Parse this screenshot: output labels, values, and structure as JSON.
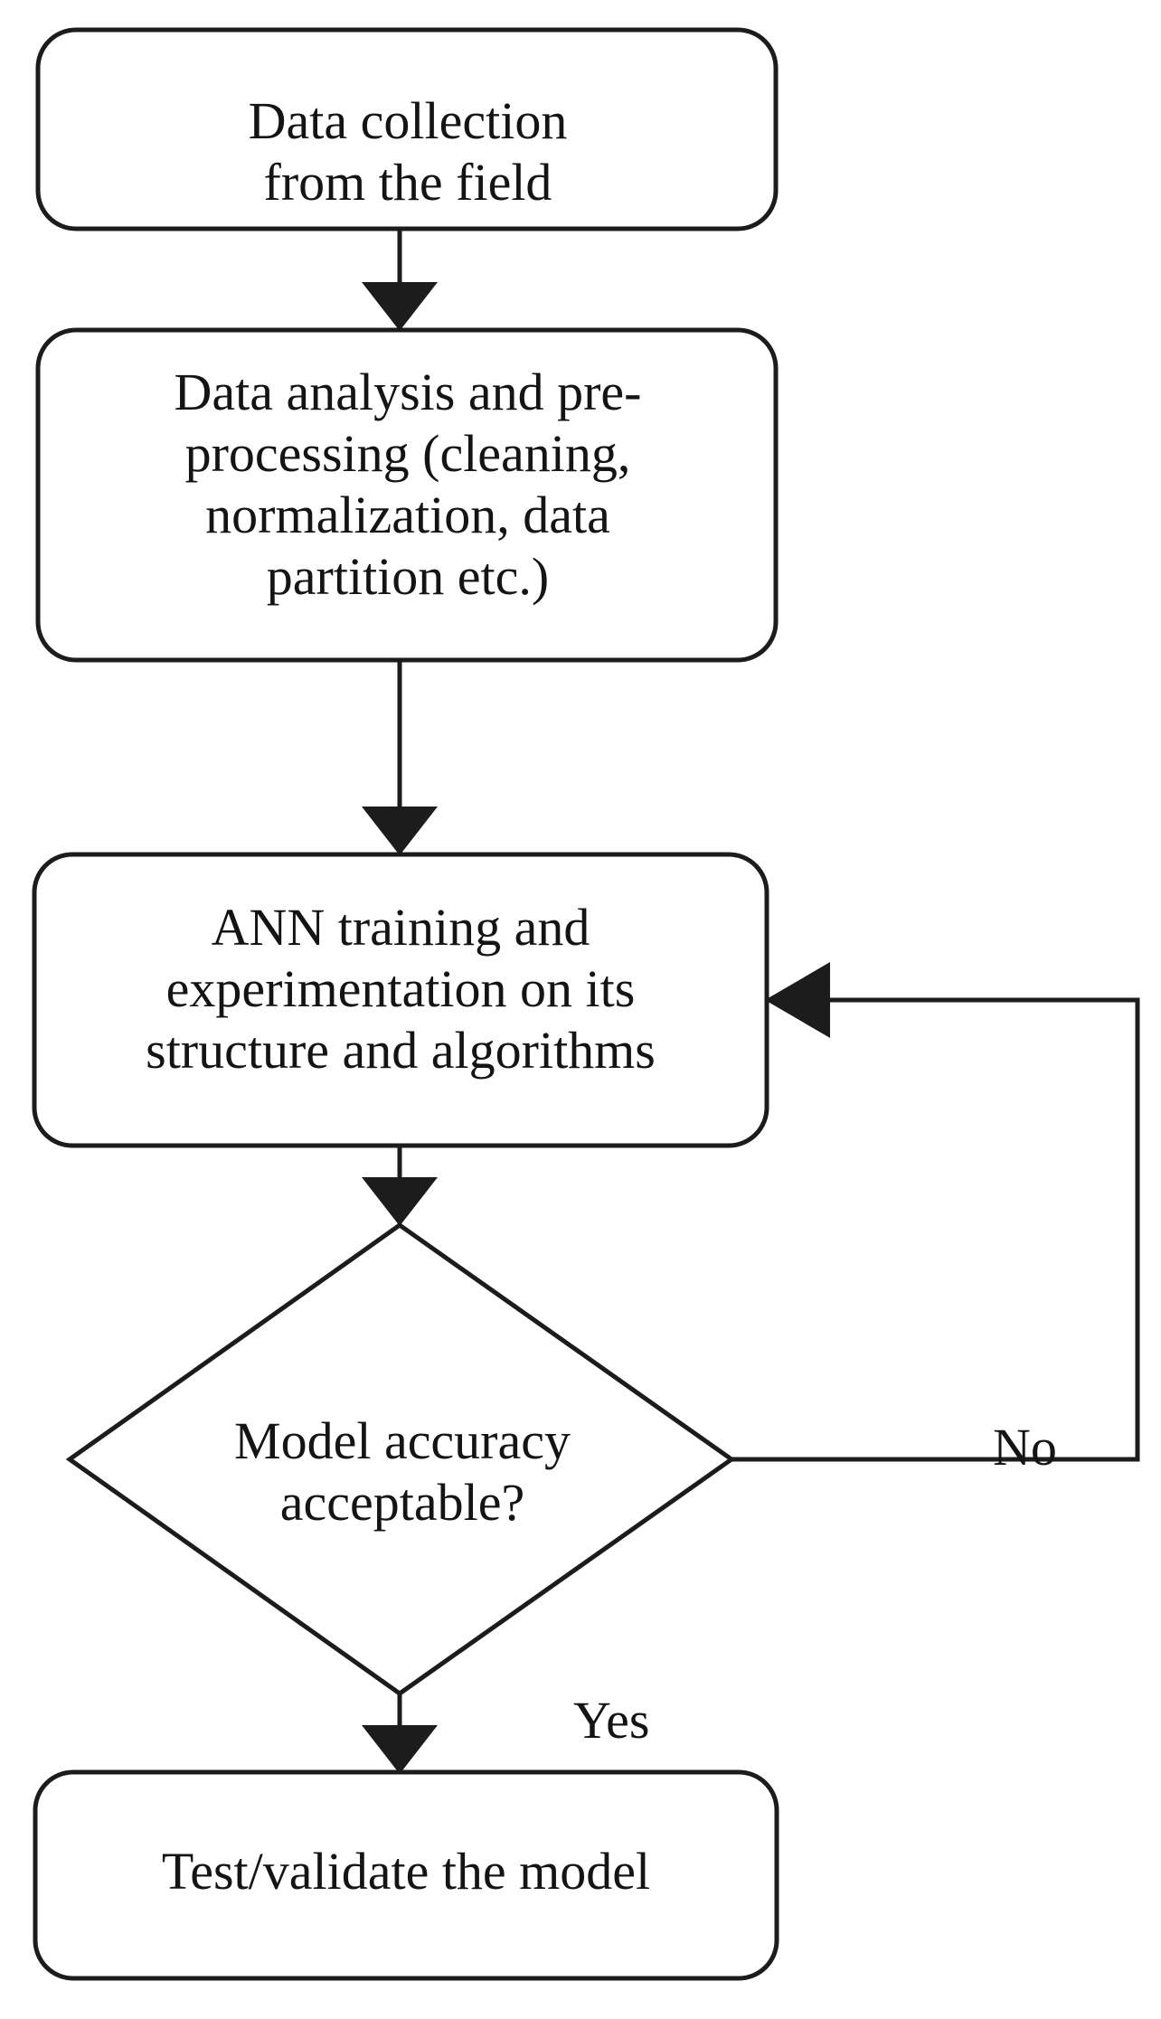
{
  "diagram": {
    "title": "ANN model development flowchart",
    "background_color": "#ffffff",
    "stroke_color": "#1c1c1c",
    "text_color": "#141414"
  },
  "nodes": [
    {
      "id": "data-collection",
      "shape": "rounded-rectangle",
      "text": "Data collection\nfrom the field"
    },
    {
      "id": "data-preprocessing",
      "shape": "rounded-rectangle",
      "text": "Data analysis and pre-\nprocessing (cleaning,\nnormalization, data\npartition etc.)"
    },
    {
      "id": "ann-training",
      "shape": "rounded-rectangle",
      "text": "ANN training and\nexperimentation on its\nstructure and algorithms"
    },
    {
      "id": "accuracy-decision",
      "shape": "diamond",
      "text": "Model accuracy\nacceptable?"
    },
    {
      "id": "test-validate",
      "shape": "rounded-rectangle",
      "text": "Test/validate the model"
    }
  ],
  "edges": [
    {
      "id": "collection-to-preprocessing",
      "from": "data-collection",
      "to": "data-preprocessing",
      "label": ""
    },
    {
      "id": "preprocessing-to-training",
      "from": "data-preprocessing",
      "to": "ann-training",
      "label": ""
    },
    {
      "id": "training-to-decision",
      "from": "ann-training",
      "to": "accuracy-decision",
      "label": ""
    },
    {
      "id": "decision-no-loop",
      "from": "accuracy-decision",
      "to": "ann-training",
      "label": "No"
    },
    {
      "id": "decision-yes",
      "from": "accuracy-decision",
      "to": "test-validate",
      "label": "Yes"
    }
  ],
  "labels": {
    "no": "No",
    "yes": "Yes"
  }
}
